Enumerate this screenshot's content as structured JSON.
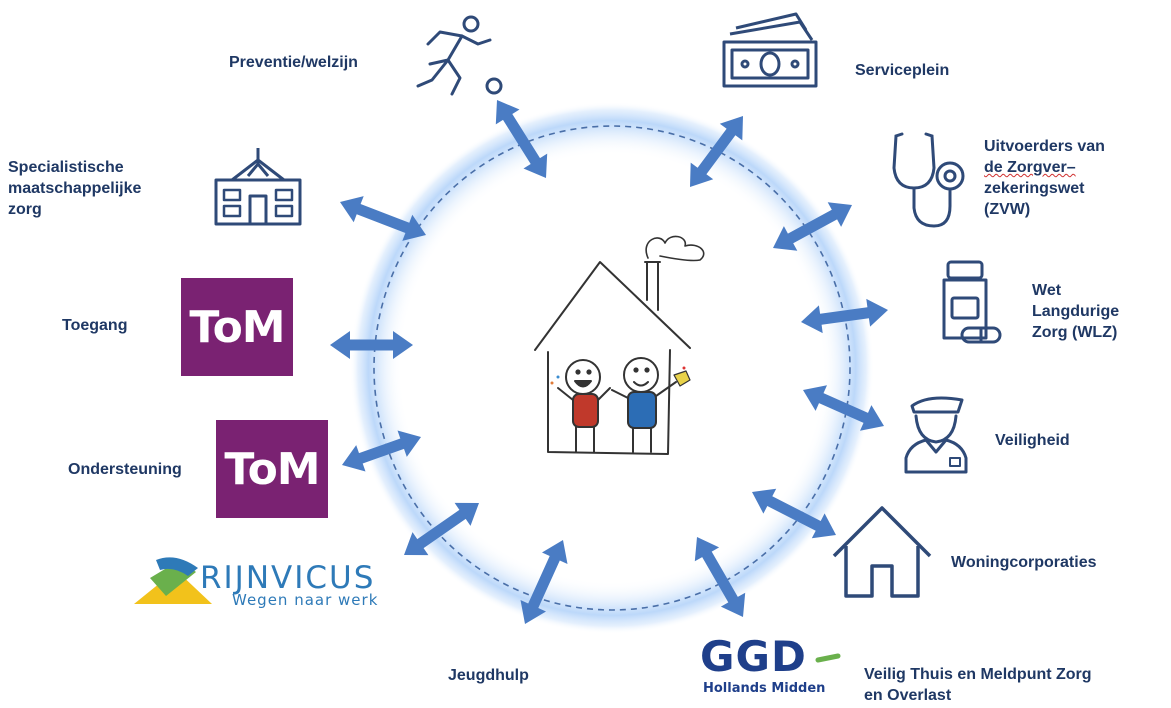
{
  "labels": {
    "preventie": "Preventie/welzijn",
    "serviceplein": "Serviceplein",
    "specialistisch": [
      "Specialistische",
      "maatschappelijke",
      "zorg"
    ],
    "uitvoerders": [
      "Uitvoerders van",
      "de Zorgver–",
      "zekeringswet",
      "(ZVW)"
    ],
    "toegang": "Toegang",
    "wlz": [
      "Wet",
      "Langdurige",
      "Zorg (WLZ)"
    ],
    "ondersteuning": "Ondersteuning",
    "veiligheid": "Veiligheid",
    "woningcorporaties": "Woningcorporaties",
    "jeugdhulp": "Jeugdhulp",
    "veilig_thuis": [
      "Veilig Thuis en Meldpunt Zorg",
      "en Overlast"
    ]
  },
  "logos": {
    "tom_toegang": "ToM",
    "tom_ondersteuning": "ToM",
    "rijnvicus_name": "RIJNVICUS",
    "rijnvicus_tagline": "Wegen naar werk",
    "ggd_name": "GGD",
    "ggd_sub": "Hollands Midden"
  },
  "icons": {
    "preventie": "soccer-player-icon",
    "serviceplein": "money-bill-icon",
    "specialistisch": "school-building-icon",
    "uitvoerders": "stethoscope-icon",
    "wlz": "medicine-bottle-icon",
    "veiligheid": "police-officer-icon",
    "woningcorporaties": "house-outline-icon",
    "center": "house-with-family-drawing-icon"
  },
  "colors": {
    "label": "#1f3864",
    "arrow": "#4a7cc4",
    "icon": "#2f4a78",
    "tom": "#7a2272",
    "ring_glow": "#cfe3fb",
    "ring_dash": "#4a6fa8"
  }
}
